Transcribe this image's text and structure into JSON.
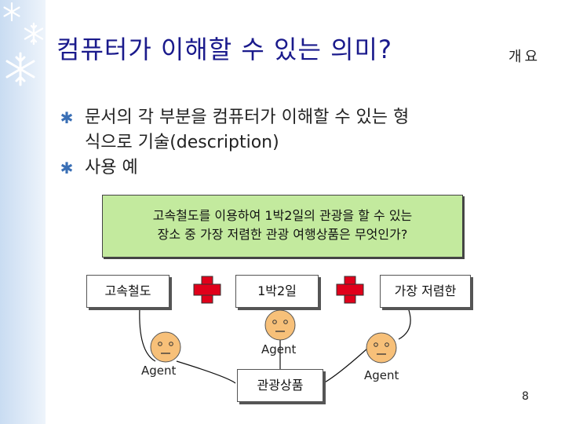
{
  "slide": {
    "title": "컴퓨터가 이해할 수 있는 의미?",
    "section": "개요",
    "page_number": "8"
  },
  "bullets": [
    {
      "lines": [
        "문서의 각 부분을 컴퓨터가 이해할 수 있는 형",
        "식으로 기술(description)"
      ]
    },
    {
      "lines": [
        "사용 예"
      ]
    }
  ],
  "question": {
    "lines": [
      "고속철도를 이용하여 1박2일의 관광을 할 수 있는",
      "장소 중 가장 저렴한 관광 여행상품은 무엇인가?"
    ]
  },
  "diagram": {
    "nodes": {
      "rail": "고속철도",
      "overnight": "1박2일",
      "cheapest": "가장 저렴한",
      "tour_product": "관광상품"
    },
    "agent_label": "Agent"
  },
  "colors": {
    "title": "#1a1a8c",
    "question_bg": "#c3ea9e",
    "plus": "#e0001a",
    "face": "#f7c079",
    "bullet": "#3a6fb5"
  },
  "icons": [
    "snowflake-icon",
    "red-cross-icon",
    "smiley-face-icon"
  ]
}
